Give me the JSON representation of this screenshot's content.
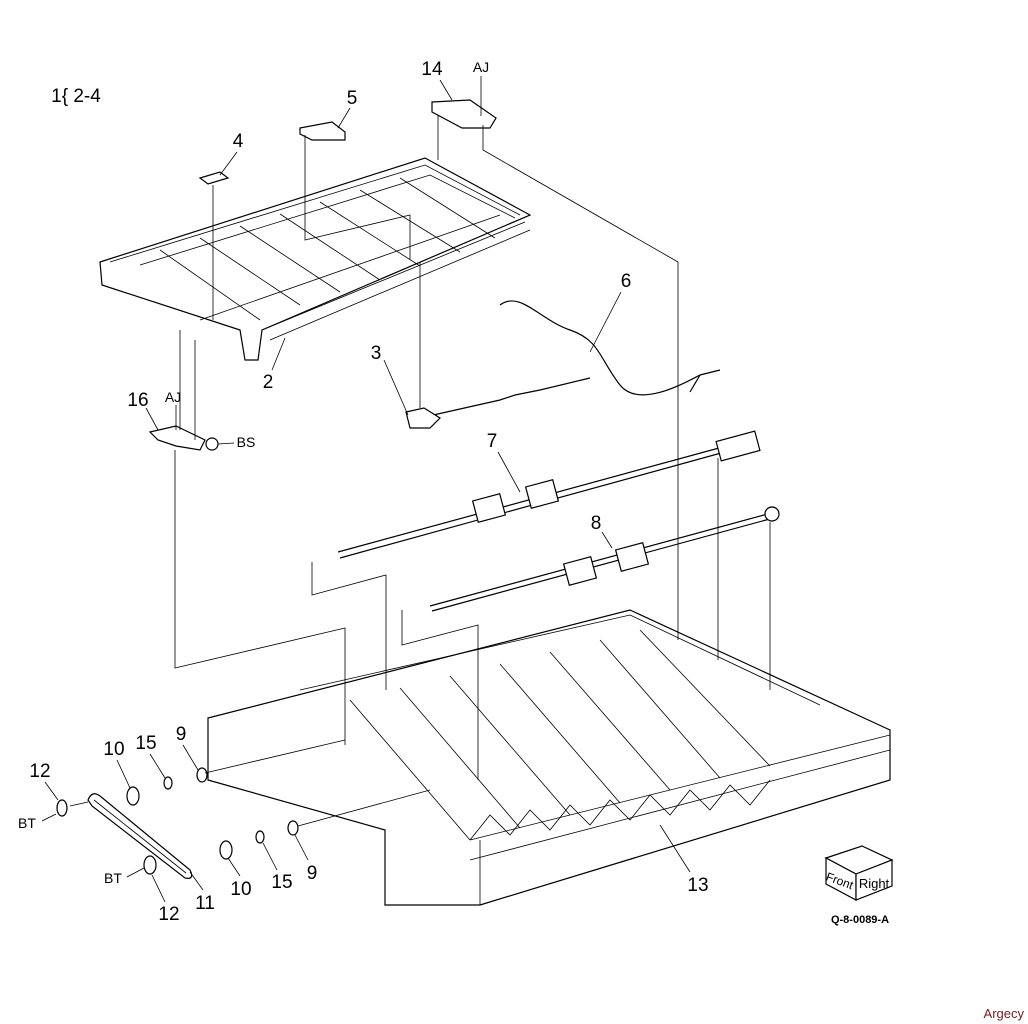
{
  "figure": {
    "reference": "1{ 2-4",
    "code": "Q-8-0089-A",
    "watermark": "Argecy",
    "orientation_cube": {
      "front": "Front",
      "right": "Right"
    }
  },
  "callouts": {
    "c14": "14",
    "aj_top": "AJ",
    "c5": "5",
    "c4": "4",
    "c6": "6",
    "c3": "3",
    "c2": "2",
    "c16": "16",
    "aj_left": "AJ",
    "bs": "BS",
    "c7": "7",
    "c8": "8",
    "c9_top": "9",
    "c10_top": "10",
    "c15_top": "15",
    "c12_top": "12",
    "bt_top": "BT",
    "c9_bot": "9",
    "c15_bot": "15",
    "c10_bot": "10",
    "c11": "11",
    "c12_bot": "12",
    "bt_bot": "BT",
    "c13": "13"
  }
}
